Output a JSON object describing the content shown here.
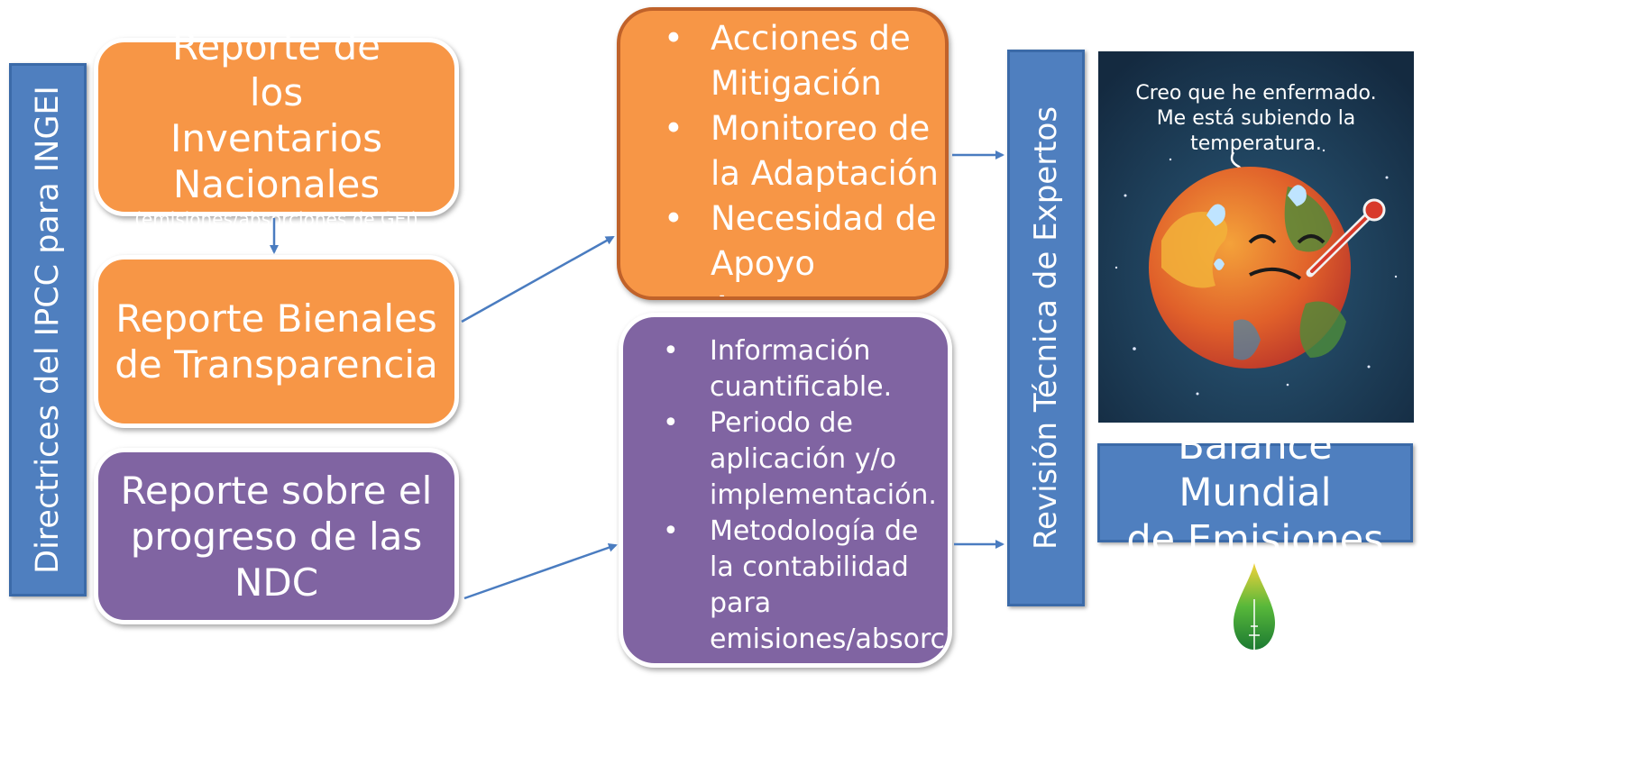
{
  "directrices": {
    "label": "Directrices del IPCC para INGEI"
  },
  "revision": {
    "label": "Revisión Técnica de Expertos"
  },
  "boxes": {
    "inventarios": {
      "title": "Reporte de los Inventarios Nacionales",
      "subtitle": "(emisiones/absorciones de GEI)"
    },
    "bienales": {
      "title": "Reporte Bienales de Transparencia"
    },
    "ndc": {
      "title": "Reporte sobre el progreso de las NDC"
    }
  },
  "list_orange": [
    "Acciones de Mitigación",
    "Monitoreo de la Adaptación",
    "Necesidad de Apoyo",
    "Apoyo ofrecido"
  ],
  "list_purple": [
    "Información cuantificable.",
    "Periodo de aplicación y/o implementación.",
    "Metodología de la contabilidad para emisiones/absorci ones."
  ],
  "illustration": {
    "line1": "Creo que he enfermado.",
    "line2": "Me está subiendo la temperatura."
  },
  "balance": {
    "line1": "Balance Mundial",
    "line2": "de Emisiones"
  },
  "colors": {
    "orange": "#f79646",
    "purple": "#8064a2",
    "blue": "#4f7fbf",
    "arrow": "#4a7cc0"
  }
}
